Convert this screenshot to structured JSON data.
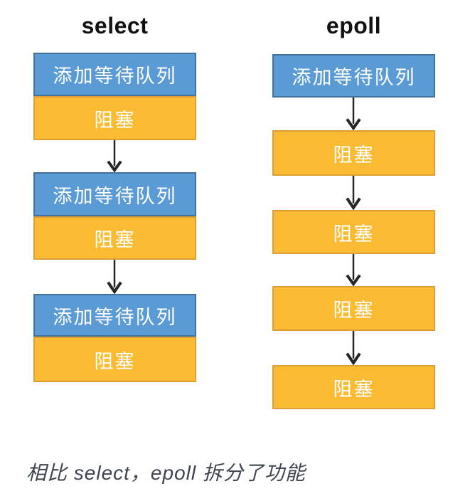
{
  "diagram": {
    "columns": [
      {
        "title": "select",
        "steps": [
          {
            "blue": "添加等待队列",
            "yellow": "阻塞"
          },
          {
            "blue": "添加等待队列",
            "yellow": "阻塞"
          },
          {
            "blue": "添加等待队列",
            "yellow": "阻塞"
          }
        ]
      },
      {
        "title": "epoll",
        "blue_step": "添加等待队列",
        "yellow_steps": [
          "阻塞",
          "阻塞",
          "阻塞",
          "阻塞"
        ]
      }
    ],
    "caption": "相比 select，epoll 拆分了功能"
  },
  "colors": {
    "background": "#FFFFFF",
    "blue_fill": "#5B9BD5",
    "blue_border": "#41719C",
    "yellow_fill": "#FBBC34",
    "yellow_border": "#DD9F33",
    "box_text": "#FFFFFF",
    "title_text": "#111111",
    "caption_text": "#3E4450",
    "arrow": "#262626"
  }
}
